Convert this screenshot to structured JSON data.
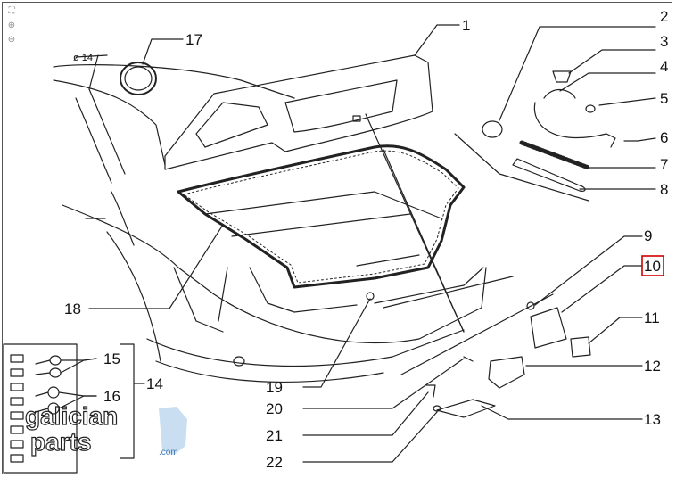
{
  "callouts": [
    {
      "num": "1"
    },
    {
      "num": "2"
    },
    {
      "num": "3"
    },
    {
      "num": "4"
    },
    {
      "num": "5"
    },
    {
      "num": "6"
    },
    {
      "num": "7"
    },
    {
      "num": "8"
    },
    {
      "num": "9"
    },
    {
      "num": "10",
      "highlighted": true
    },
    {
      "num": "11"
    },
    {
      "num": "12"
    },
    {
      "num": "13"
    },
    {
      "num": "14"
    },
    {
      "num": "15"
    },
    {
      "num": "16"
    },
    {
      "num": "17"
    },
    {
      "num": "18"
    },
    {
      "num": "19"
    },
    {
      "num": "20"
    },
    {
      "num": "21"
    },
    {
      "num": "22"
    }
  ],
  "dimension_label": "ø 14",
  "watermark": {
    "line1": "galician",
    "line2": "parts",
    "suffix": ".com"
  },
  "highlight_color": "#d00000",
  "toolbar": {
    "icons": [
      "fit-icon",
      "zoom-in-icon",
      "zoom-out-icon"
    ]
  }
}
